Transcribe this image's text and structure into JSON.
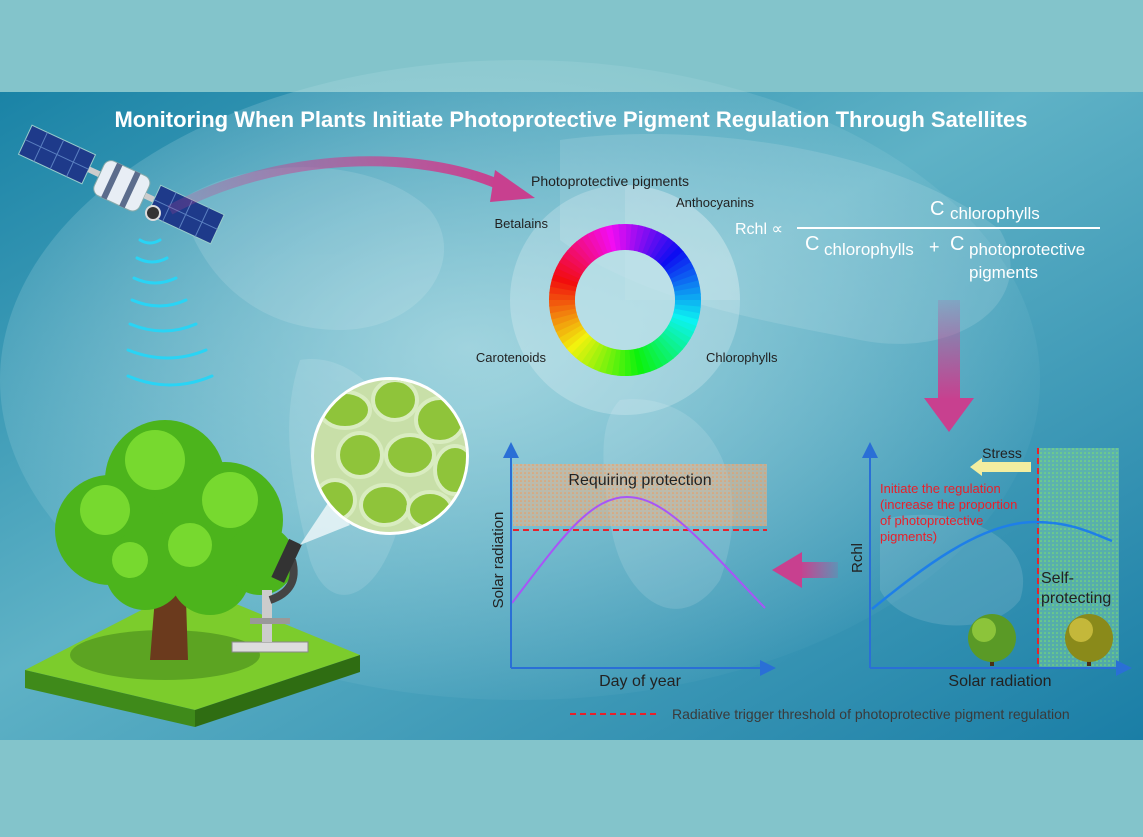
{
  "title": "Monitoring When Plants Initiate Photoprotective Pigment Regulation Through Satellites",
  "wheel": {
    "outer_label": "Photoprotective pigments",
    "pigments": [
      "Betalains",
      "Anthocyanins",
      "Chlorophylls",
      "Carotenoids"
    ]
  },
  "formula": {
    "lhs": "Rchl ∝",
    "numerator_c": "C",
    "numerator_sub": "chlorophylls",
    "denominator_c1": "C",
    "denominator_sub1": "chlorophylls",
    "plus": "+",
    "denominator_c2": "C",
    "denominator_sub2_line1": "photoprotective",
    "denominator_sub2_line2": "pigments"
  },
  "left_chart": {
    "band_label": "Requiring protection",
    "ylabel": "Solar radiation",
    "xlabel": "Day of year"
  },
  "right_chart": {
    "stress_label": "Stress",
    "annotation": [
      "Initiate the regulation",
      "(increase the proportion",
      "of photoprotective",
      "pigments)"
    ],
    "zone_label": [
      "Self-",
      "protecting"
    ],
    "ylabel": "Rchl",
    "xlabel": "Solar radiation"
  },
  "legend": {
    "threshold_label": "Radiative trigger threshold of photoprotective pigment regulation"
  },
  "colors": {
    "threshold": "#e8202a",
    "arrow": "#c8408f",
    "axis": "#2a6fd6",
    "left_curve": "#a855f7",
    "right_curve": "#1e7fe8",
    "annotation": "#e8202a"
  }
}
